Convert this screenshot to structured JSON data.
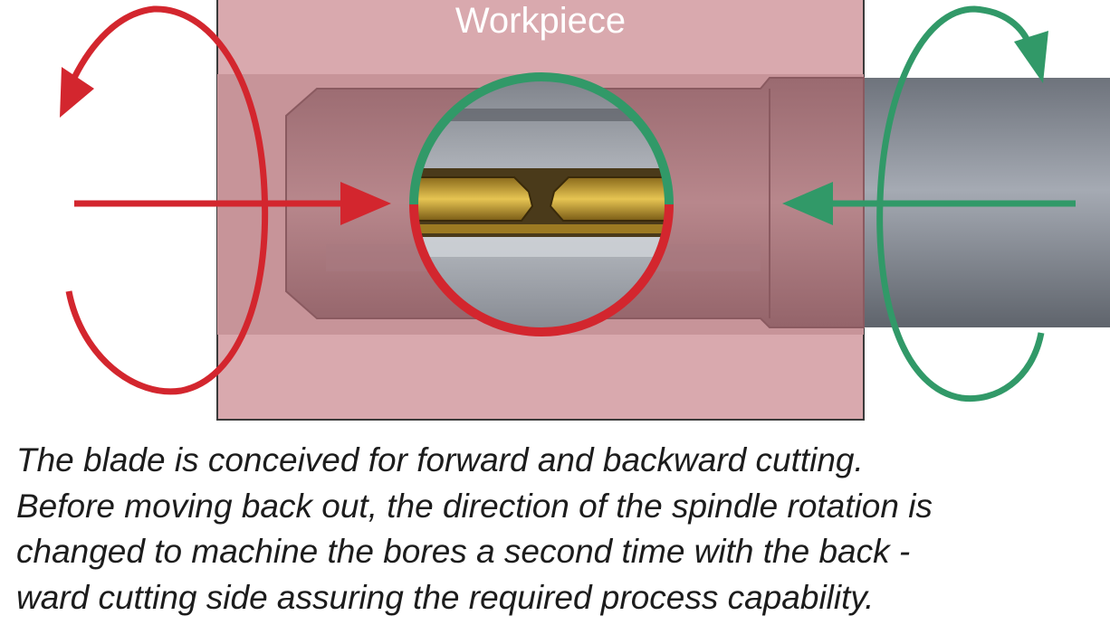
{
  "diagram": {
    "workpiece_label": "Workpiece",
    "colors": {
      "workpiece_fill": "#d8a8ad",
      "bore_fill": "#ad7d82",
      "tool_shaft": "#8a8f98",
      "forward_direction": "#d3262e",
      "backward_direction": "#319968",
      "blade_gold": "#cfa736"
    },
    "elements": [
      "workpiece-block",
      "bore",
      "tool-shaft",
      "blade-detail-circle",
      "forward-rotation-arrow",
      "forward-feed-arrow",
      "backward-rotation-arrow",
      "backward-feed-arrow"
    ]
  },
  "caption": {
    "lines": [
      "The blade is conceived for forward and backward cutting.",
      "Before moving back out, the direction of the spindle rotation is",
      "changed to machine the bores a second time with the back -",
      "ward cutting side assuring the required process capability."
    ]
  }
}
